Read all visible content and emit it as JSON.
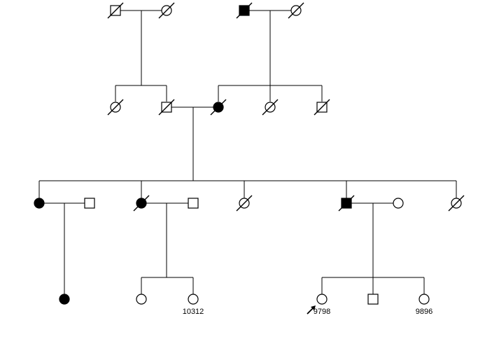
{
  "pedigree": {
    "individuals": [
      {
        "id": "g1-paternal-grandfather",
        "sex": "male",
        "affected": false,
        "deceased": true
      },
      {
        "id": "g1-paternal-grandmother",
        "sex": "female",
        "affected": false,
        "deceased": true
      },
      {
        "id": "g1-maternal-grandfather",
        "sex": "male",
        "affected": true,
        "deceased": true
      },
      {
        "id": "g1-maternal-grandmother",
        "sex": "female",
        "affected": false,
        "deceased": true
      },
      {
        "id": "g2-paternal-aunt",
        "sex": "female",
        "affected": false,
        "deceased": true
      },
      {
        "id": "g2-father",
        "sex": "male",
        "affected": false,
        "deceased": true
      },
      {
        "id": "g2-mother",
        "sex": "female",
        "affected": true,
        "deceased": true
      },
      {
        "id": "g2-maternal-aunt",
        "sex": "female",
        "affected": false,
        "deceased": true
      },
      {
        "id": "g2-maternal-uncle",
        "sex": "male",
        "affected": false,
        "deceased": true
      },
      {
        "id": "g3-daughter-1",
        "sex": "female",
        "affected": true,
        "deceased": false
      },
      {
        "id": "g3-spouse-1",
        "sex": "male",
        "affected": false,
        "deceased": false
      },
      {
        "id": "g3-daughter-2",
        "sex": "female",
        "affected": true,
        "deceased": true
      },
      {
        "id": "g3-spouse-2",
        "sex": "male",
        "affected": false,
        "deceased": false
      },
      {
        "id": "g3-daughter-3",
        "sex": "female",
        "affected": false,
        "deceased": true
      },
      {
        "id": "g3-son",
        "sex": "male",
        "affected": true,
        "deceased": true
      },
      {
        "id": "g3-spouse-3",
        "sex": "female",
        "affected": false,
        "deceased": false
      },
      {
        "id": "g3-daughter-4",
        "sex": "female",
        "affected": false,
        "deceased": true
      },
      {
        "id": "g4-child-1",
        "sex": "female",
        "affected": true,
        "deceased": false
      },
      {
        "id": "g4-child-2",
        "sex": "female",
        "affected": false,
        "deceased": false
      },
      {
        "id": "g4-child-3",
        "sex": "female",
        "affected": false,
        "deceased": false,
        "label": "10312"
      },
      {
        "id": "g4-proband",
        "sex": "female",
        "affected": false,
        "deceased": false,
        "label": "9798",
        "proband": true
      },
      {
        "id": "g4-child-5",
        "sex": "male",
        "affected": false,
        "deceased": false
      },
      {
        "id": "g4-child-6",
        "sex": "female",
        "affected": false,
        "deceased": false,
        "label": "9896"
      }
    ]
  }
}
